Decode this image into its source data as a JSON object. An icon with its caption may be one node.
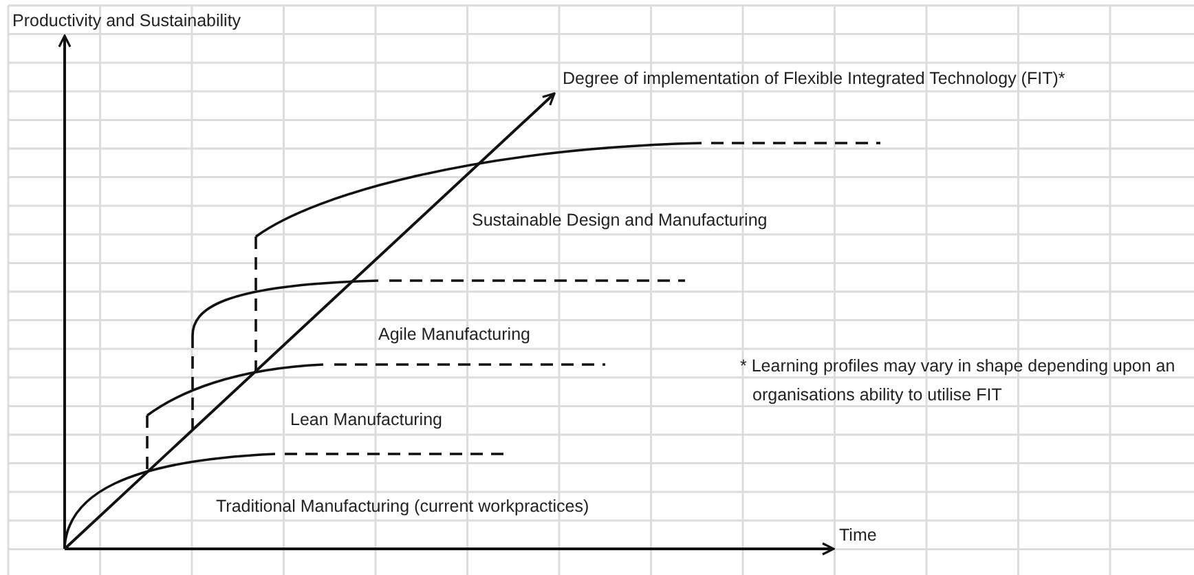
{
  "diagram": {
    "labels": [
      "Productivity and Sustainability",
      "Degree of implementation of Flexible Integrated Technology (FIT)*",
      "Sustainable Design and Manufacturing",
      "Agile Manufacturing",
      "* Learning profiles may vary in shape depending upon an organisations ability to utilise FIT",
      "Lean Manufacturing",
      "Traditional Manufacturing (current workpractices)",
      "Time"
    ]
  }
}
